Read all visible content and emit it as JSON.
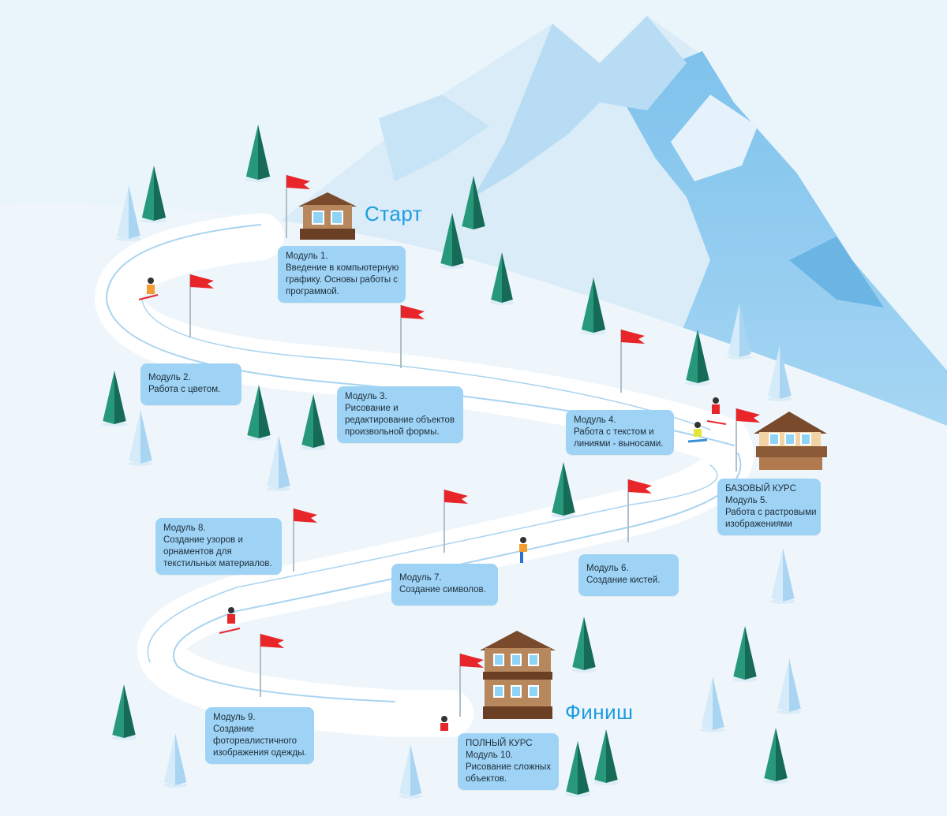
{
  "labels": {
    "start": "Старт",
    "finish": "Финиш"
  },
  "modules": {
    "m1": [
      "Модуль 1.",
      "Введение в компьютерную",
      "графику. Основы работы с",
      "программой."
    ],
    "m2": [
      "Модуль 2.",
      "Работа с цветом."
    ],
    "m3": [
      "Модуль 3.",
      "Рисование и",
      "редактирование объектов",
      "произвольной формы."
    ],
    "m4": [
      "Модуль 4.",
      "Работа с текстом и",
      "линиями - выносами."
    ],
    "m5": [
      "БАЗОВЫЙ КУРС",
      "Модуль 5.",
      "Работа с растровыми",
      "изображениями"
    ],
    "m6": [
      "Модуль 6.",
      "Создание кистей."
    ],
    "m7": [
      "Модуль 7.",
      "Создание символов."
    ],
    "m8": [
      "Модуль 8.",
      "Создание узоров и",
      "орнаментов для",
      "текстильных материалов."
    ],
    "m9": [
      "Модуль 9.",
      "Создание",
      "фотореалистичного",
      "изображения одежды."
    ],
    "m10": [
      "ПОЛНЫЙ КУРС",
      "Модуль 10.",
      "Рисование сложных",
      "объектов."
    ]
  },
  "colors": {
    "background": "#eaf4fb",
    "card": "#9fd3f5",
    "accent_text": "#1e9be0",
    "flag": "#e8262a",
    "tree_green": "#1f7d66",
    "mountain_blue": "#8cc8ee"
  }
}
